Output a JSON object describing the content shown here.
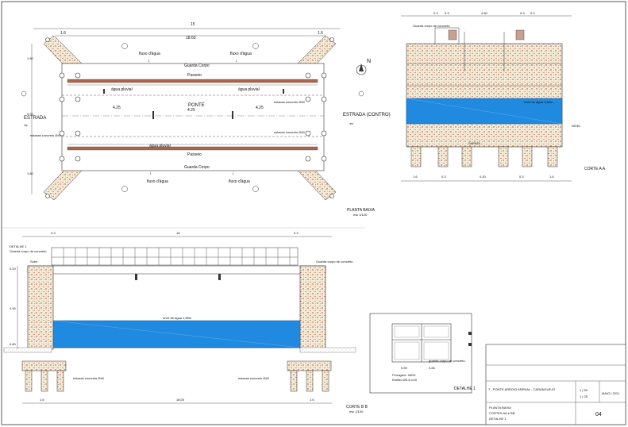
{
  "plan": {
    "top_dims": [
      "1.6",
      "15",
      "1.6",
      "18.60"
    ],
    "labels": {
      "guarda_corpo": "Guarda Corpo",
      "passeio": "Passeio",
      "fluxo_agua": "fluxo d'água",
      "ponte": "PONTE",
      "estrada_left": "ESTRADA",
      "estrada_right": "ESTRADA (CONTRO)",
      "n": "N",
      "agua_pluvial": "água pluvial",
      "estaca": "estacas concreto Ø40",
      "caption": "PLANTA BAIXA",
      "scale": "esc 1/100"
    },
    "mid_dims": [
      "4.25",
      "4.25",
      "4.25"
    ],
    "side_dims": [
      "1.80",
      "9.20",
      "1.80"
    ]
  },
  "corte_aa": {
    "top_dims": [
      "0.3",
      "0.3",
      "4.50",
      "0.3",
      "0.3"
    ],
    "labels": {
      "guarda_corpo": "Guarda corpo de concreto",
      "nivel_agua": "nível de água 1,80m",
      "nivel": "NÍVEL",
      "sapata": "SAPATA",
      "caption": "CORTE A A"
    },
    "bottom_dims": [
      "1.6",
      "0.3",
      "0.20",
      "0.3",
      "1.6"
    ]
  },
  "corte_bb": {
    "top_dims": [
      "0.3",
      "18",
      "0.3"
    ],
    "labels": {
      "detalhe": "DETALHE 1",
      "guarda_corpo": "Guarda corpo de concreto",
      "sobe": "Sobe",
      "nivel_agua": "nível de água 1,80m",
      "estacas": "estacas concreto Ø40",
      "caption": "CORTE B B",
      "scale": "esc 1/100"
    },
    "left_dims": [
      "0.20",
      "4.00",
      "0.80"
    ],
    "bottom_dims": [
      "1.6",
      "18.00",
      "1.6"
    ]
  },
  "detalhe": {
    "dims": [
      "0,59",
      "0,84"
    ],
    "labels": {
      "ferragem": "Ferragem: 4Ø10",
      "estribo": "Estribo Ø6,3 c/15",
      "caption": "DETALHE 1",
      "guarda": "guarda corpo de concreto"
    }
  },
  "title_block": {
    "project": "7 - PONTE ARROIO ARENAL - CARANGUEJO",
    "contents": [
      "PLANTA BAIXA",
      "CORTES AA e BB",
      "DETALHE 1"
    ],
    "scales": [
      "1 | 50",
      "1 | 25"
    ],
    "date": "MAIO | 2011",
    "sheet": "04"
  }
}
